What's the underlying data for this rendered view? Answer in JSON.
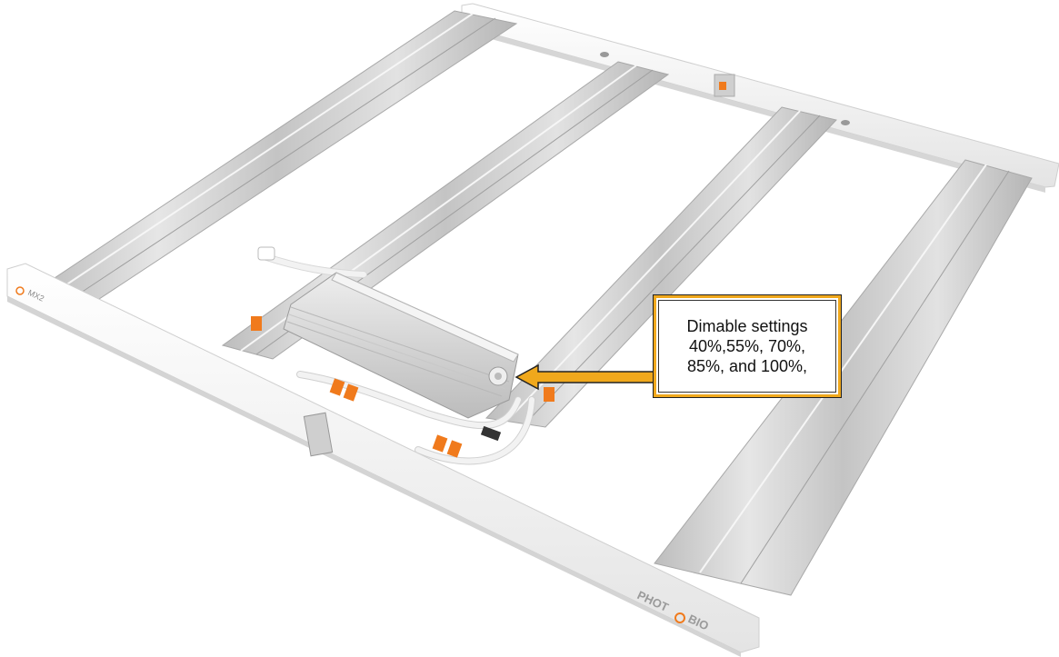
{
  "callout": {
    "lines": [
      "Dimable settings",
      "40%,55%, 70%,",
      "85%, and 100%,"
    ]
  },
  "branding": {
    "end_label": "MX2",
    "logo_left": "PHOT",
    "logo_right": "BIO"
  },
  "colors": {
    "frame_white": "#f4f4f4",
    "bar_silver": "#c9c9c9",
    "bar_highlight": "#e9e9e9",
    "driver_body": "#d9d9d9",
    "accent_orange": "#f07a1c",
    "callout_border": "#f0a81c",
    "arrow_fill": "#f0a81c"
  },
  "icons": {
    "callout_arrow": "arrow-left-icon",
    "logo_mark": "sun-icon"
  }
}
